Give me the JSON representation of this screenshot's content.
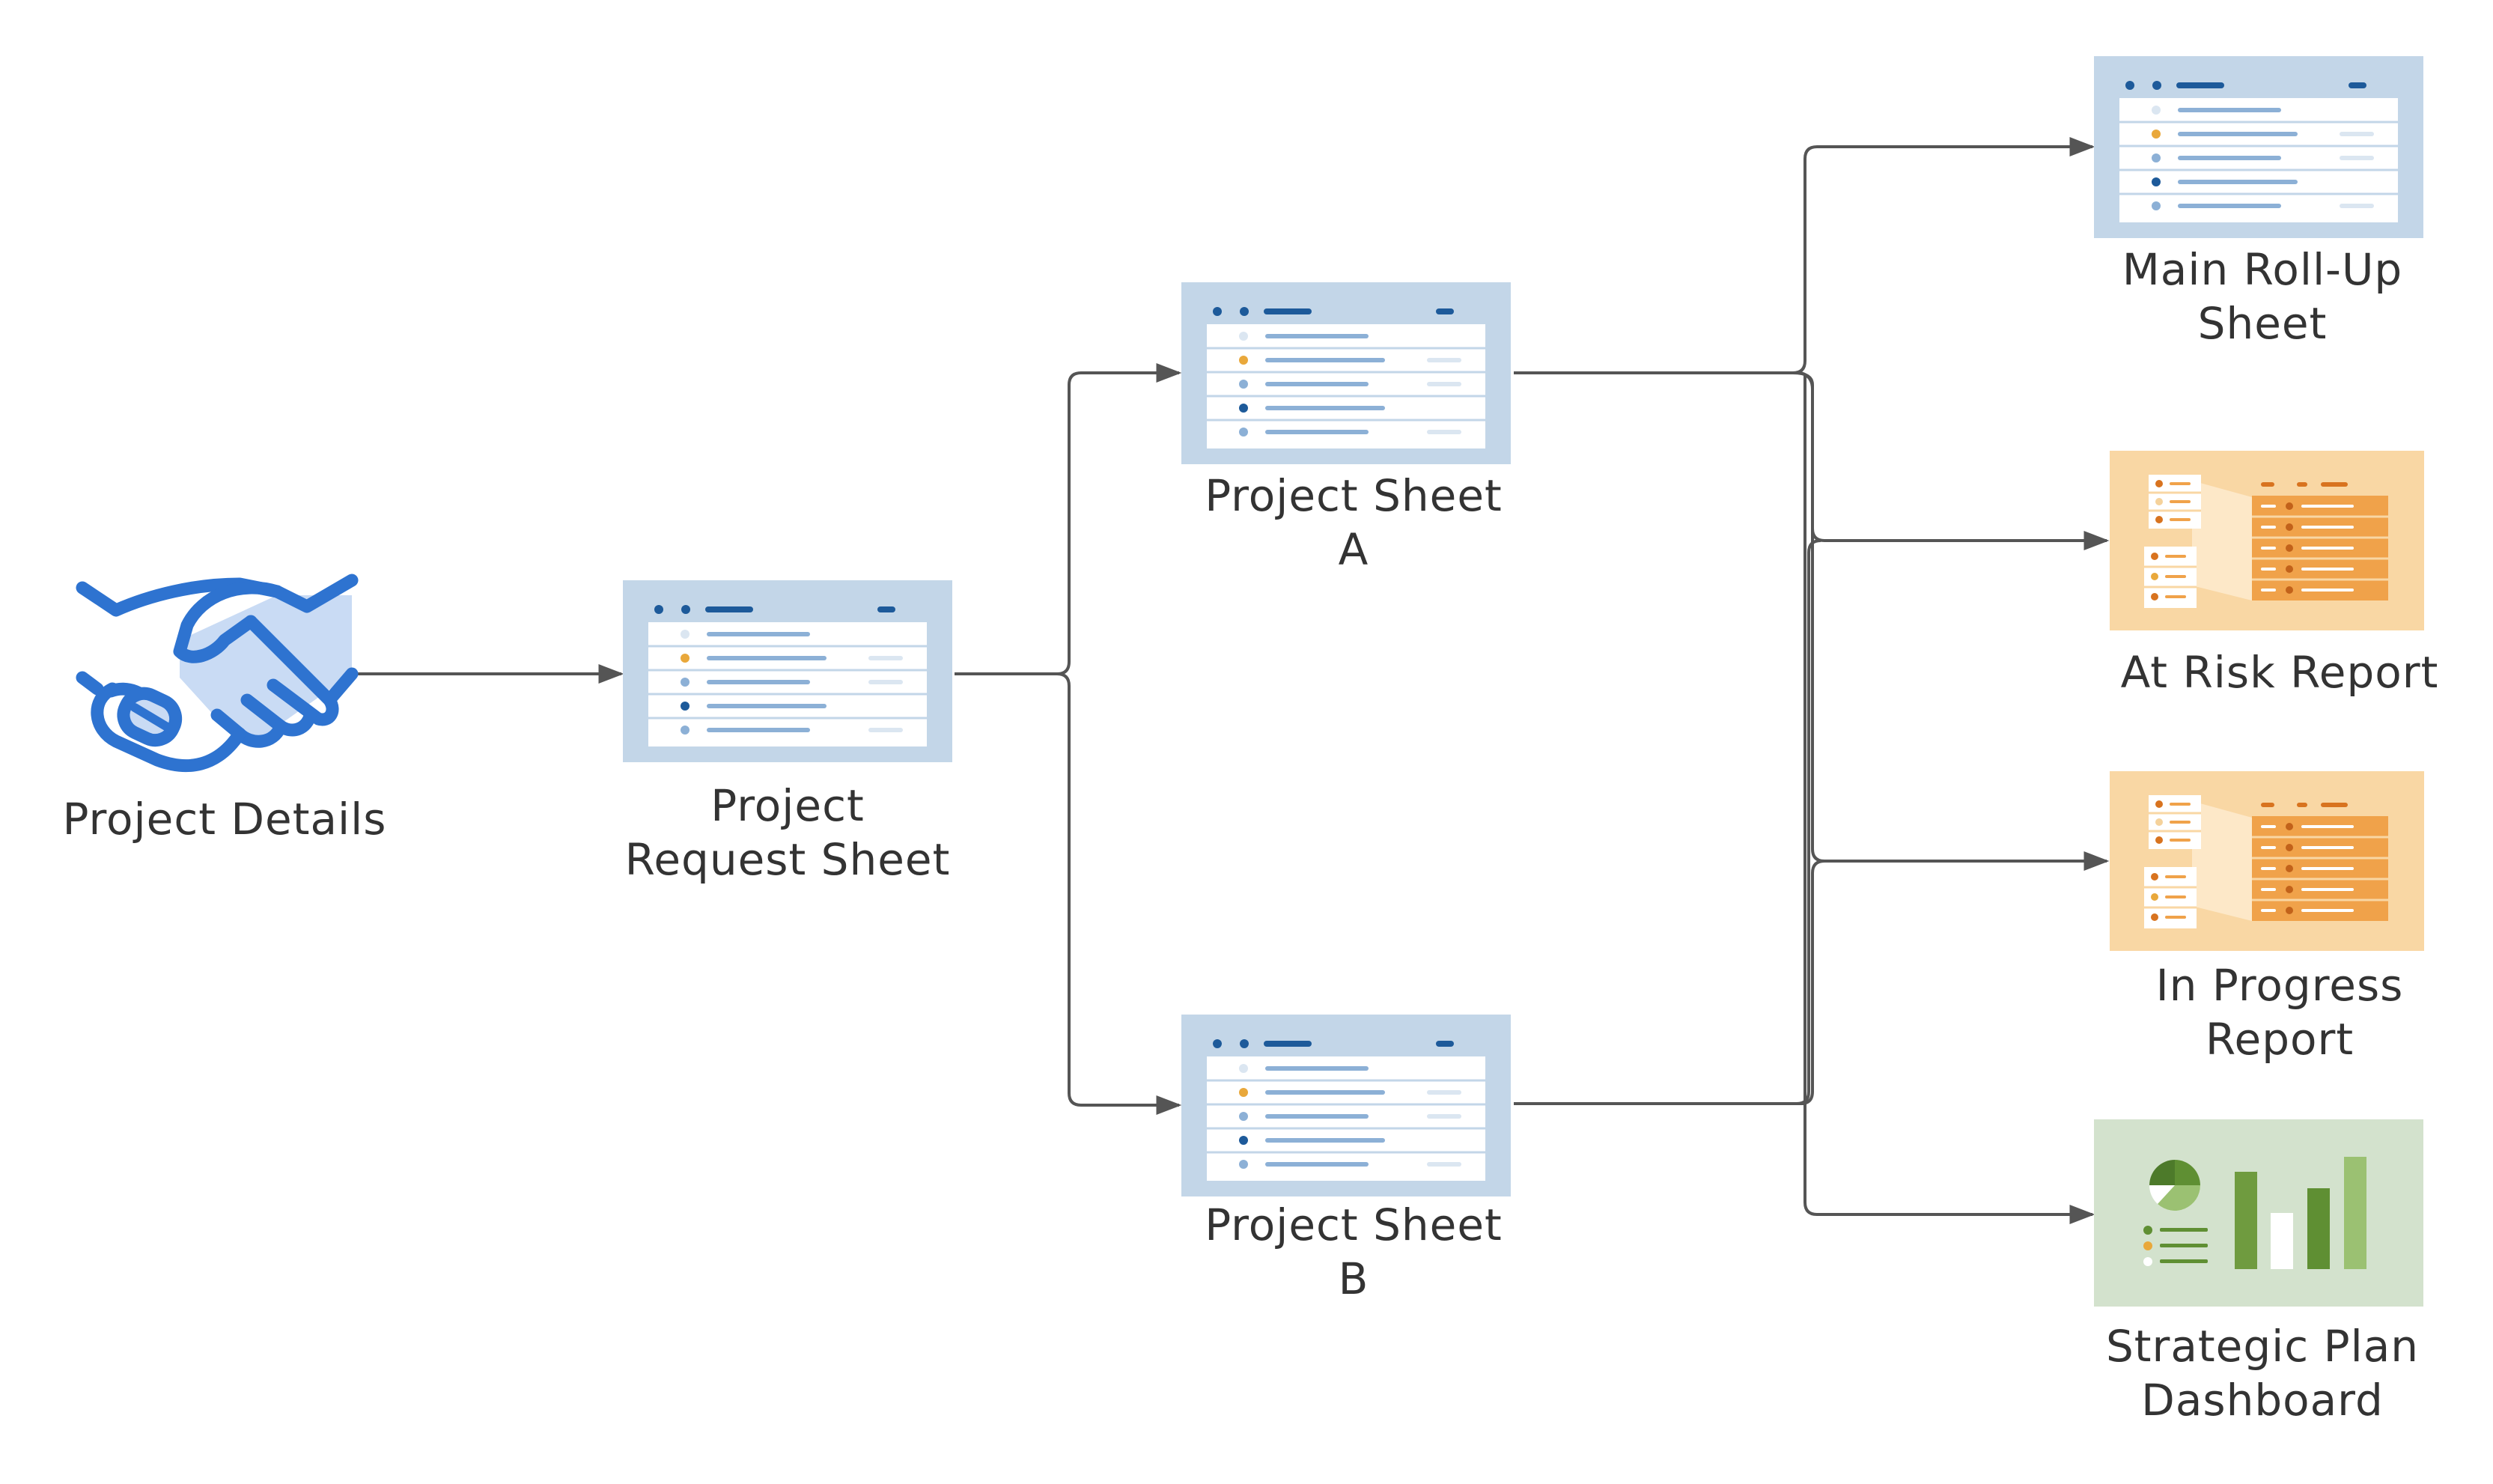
{
  "colors": {
    "connector": "#555555",
    "sheet_bg": "#c3d6e8",
    "sheet_dark": "#1d5a9a",
    "report_bg": "#f9d7a4",
    "report_orange": "#f0a24a",
    "report_dark": "#d8731f",
    "dashboard_bg": "#d3e2cd",
    "dashboard_green": "#5f8f33",
    "dashboard_light": "#9bc172",
    "handshake_line": "#2e73d0",
    "handshake_fill": "#c9dbf4"
  },
  "nodes": {
    "project_details": {
      "line1": "Project Details",
      "icon": "handshake-icon"
    },
    "request_sheet": {
      "line1": "Project",
      "line2": "Request Sheet",
      "icon": "sheet-icon"
    },
    "sheet_a": {
      "line1": "Project Sheet",
      "line2": "A",
      "icon": "sheet-icon"
    },
    "sheet_b": {
      "line1": "Project Sheet",
      "line2": "B",
      "icon": "sheet-icon"
    },
    "rollup": {
      "line1": "Main Roll-Up",
      "line2": "Sheet",
      "icon": "sheet-icon"
    },
    "at_risk": {
      "line1": "At Risk Report",
      "icon": "report-icon"
    },
    "in_progress": {
      "line1": "In Progress",
      "line2": "Report",
      "icon": "report-icon"
    },
    "dashboard": {
      "line1": "Strategic Plan",
      "line2": "Dashboard",
      "icon": "dashboard-icon"
    }
  },
  "edges": [
    {
      "from": "project_details",
      "to": "request_sheet"
    },
    {
      "from": "request_sheet",
      "to": "sheet_a"
    },
    {
      "from": "request_sheet",
      "to": "sheet_b"
    },
    {
      "from": "sheet_a",
      "to": "rollup"
    },
    {
      "from": "sheet_a",
      "to": "at_risk"
    },
    {
      "from": "sheet_a",
      "to": "in_progress"
    },
    {
      "from": "sheet_a",
      "to": "dashboard"
    },
    {
      "from": "sheet_b",
      "to": "rollup"
    },
    {
      "from": "sheet_b",
      "to": "at_risk"
    },
    {
      "from": "sheet_b",
      "to": "in_progress"
    },
    {
      "from": "sheet_b",
      "to": "dashboard"
    }
  ]
}
